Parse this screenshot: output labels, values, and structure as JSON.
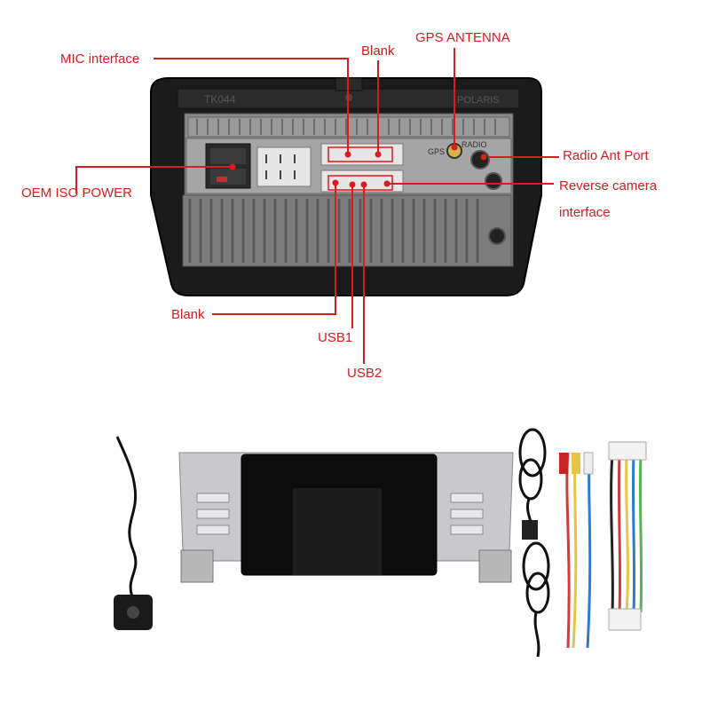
{
  "labels": {
    "mic": "MIC interface",
    "blank_top": "Blank",
    "gps": "GPS ANTENNA",
    "radio": "Radio Ant Port",
    "oem": "OEM ISO POWER",
    "reverse_1": "Reverse camera",
    "reverse_2": "interface",
    "blank_bottom": "Blank",
    "usb1": "USB1",
    "usb2": "USB2"
  },
  "unit_text": {
    "model": "TK044",
    "brand": "POLARIS",
    "gps": "GPS",
    "radio": "RADIO"
  },
  "colors": {
    "callout": "#d91c1c",
    "housing": "#1b1b1b",
    "chassis": "#8a8a8a"
  }
}
